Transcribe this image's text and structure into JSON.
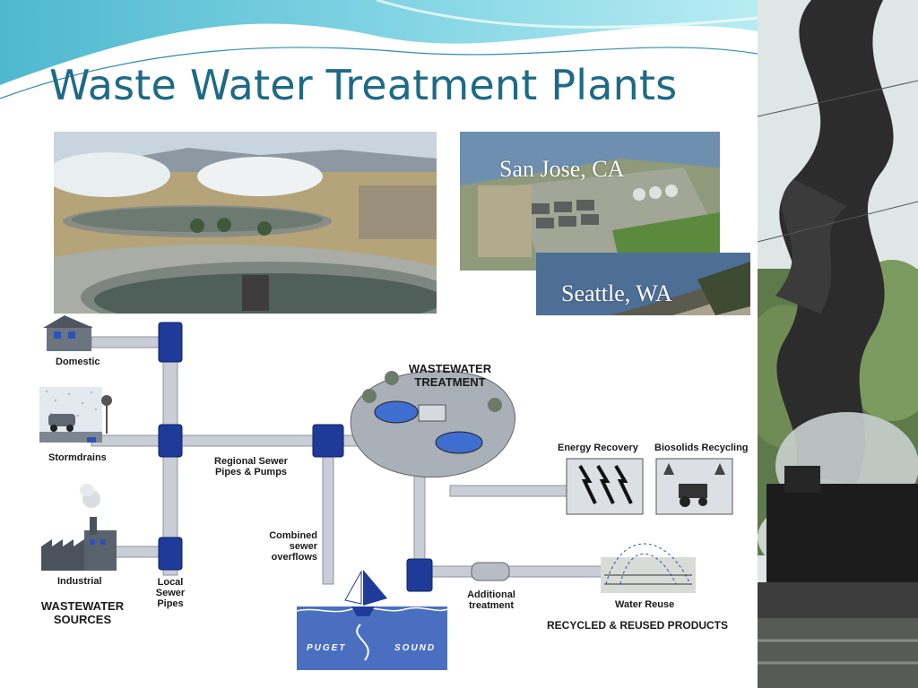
{
  "slide": {
    "title": "Waste Water Treatment Plants"
  },
  "photos": {
    "plant_photo": {
      "caption": ""
    },
    "san_jose": {
      "caption": "San Jose, CA"
    },
    "seattle": {
      "caption": "Seattle, WA"
    },
    "steam_locomotive": {
      "caption": ""
    }
  },
  "diagram": {
    "sources": {
      "domestic": "Domestic",
      "stormdrains": "Stormdrains",
      "industrial": "Industrial",
      "heading_line1": "WASTEWATER",
      "heading_line2": "SOURCES"
    },
    "local_pipes": {
      "line1": "Local",
      "line2": "Sewer",
      "line3": "Pipes"
    },
    "regional": {
      "line1": "Regional Sewer",
      "line2": "Pipes & Pumps"
    },
    "combined": {
      "line1": "Combined",
      "line2": "sewer",
      "line3": "overflows"
    },
    "treatment": {
      "line1": "WASTEWATER",
      "line2": "TREATMENT"
    },
    "energy_recovery": "Energy Recovery",
    "biosolids": "Biosolids Recycling",
    "additional": {
      "line1": "Additional",
      "line2": "treatment"
    },
    "water_reuse": "Water Reuse",
    "products_heading": "RECYCLED & REUSED PRODUCTS",
    "puget": "PUGET",
    "sound": "SOUND"
  },
  "colors": {
    "title": "#1e6a86",
    "pipe": "#c8ccd4",
    "pump": "#1f3b9a",
    "water": "#4a6fc0"
  }
}
